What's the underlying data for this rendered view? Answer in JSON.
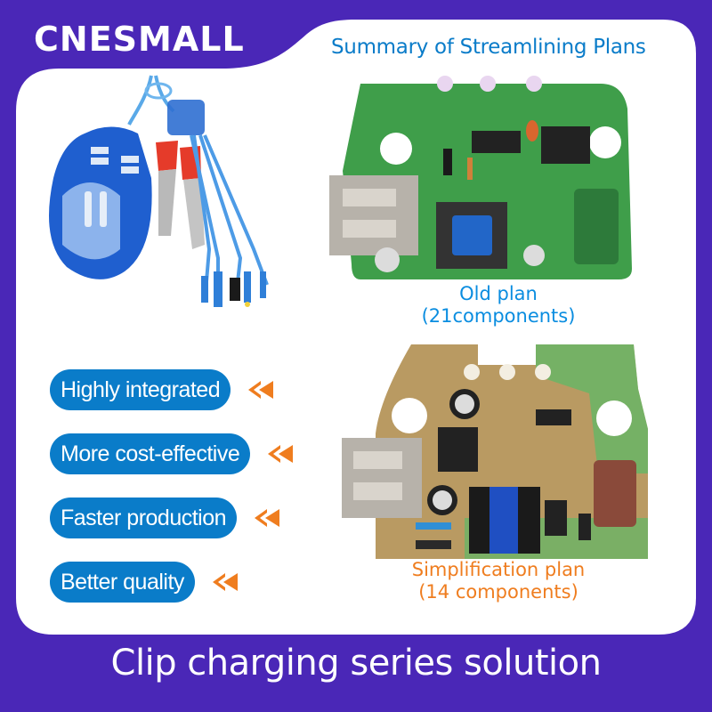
{
  "colors": {
    "background": "#4a27b7",
    "card": "#ffffff",
    "accent_blue": "#0a7cc9",
    "caption_blue": "#0a8de0",
    "accent_orange": "#ef7d1f",
    "pcb_green": "#3f9e4a",
    "pcb_tan": "#b99a62"
  },
  "header": {
    "brand": "CNESMALL",
    "summary_title": "Summary of Streamlining Plans"
  },
  "product_image": {
    "icon": "clip-charger-with-cables-photo"
  },
  "old_plan": {
    "icon": "green-pcb-photo",
    "caption_line1": "Old plan",
    "caption_line2": "(21components)"
  },
  "new_plan": {
    "icon": "tan-green-pcb-photo",
    "caption_line1": "Simplification plan",
    "caption_line2": "(14 components)"
  },
  "features": [
    {
      "label": "Highly integrated",
      "icon": "double-chevron-left-icon"
    },
    {
      "label": "More cost-effective",
      "icon": "double-chevron-left-icon"
    },
    {
      "label": "Faster production",
      "icon": "double-chevron-left-icon"
    },
    {
      "label": "Better quality",
      "icon": "double-chevron-left-icon"
    }
  ],
  "footer": {
    "title": "Clip charging series solution"
  }
}
